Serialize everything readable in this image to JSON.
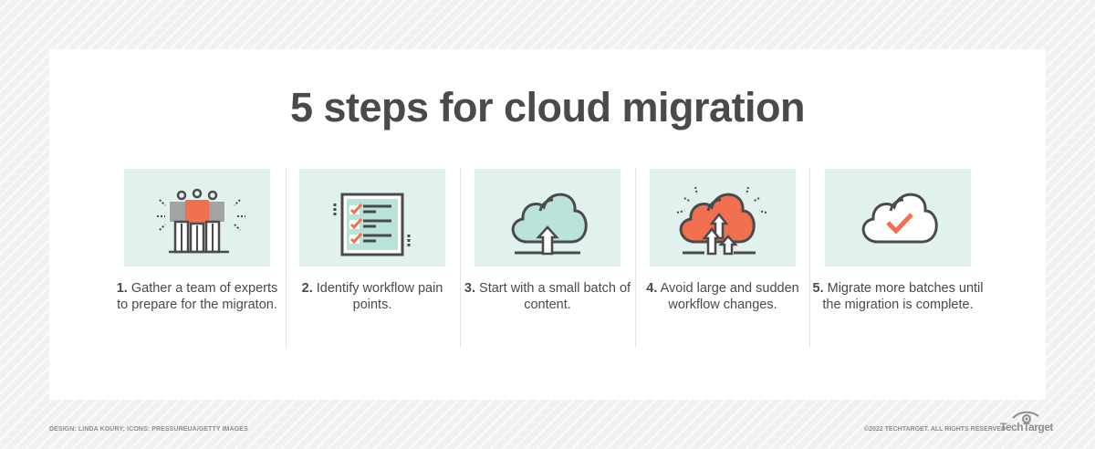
{
  "title": "5 steps for cloud migration",
  "colors": {
    "card_bg": "#e1f1ed",
    "accent": "#f0704f",
    "icon_stroke": "#4a4a4c",
    "teal_fill": "#b9e2d9",
    "text": "#4a4a4c"
  },
  "steps": [
    {
      "number": "1.",
      "text": "Gather a team of experts to prepare for the migraton.",
      "icon": "team-icon"
    },
    {
      "number": "2.",
      "text": "Identify workflow pain points.",
      "icon": "checklist-icon"
    },
    {
      "number": "3.",
      "text": "Start with a small batch of content.",
      "icon": "cloud-upload-icon"
    },
    {
      "number": "4.",
      "text": "Avoid large and sudden workflow changes.",
      "icon": "cloud-multi-upload-icon"
    },
    {
      "number": "5.",
      "text": "Migrate more batches until the migration is complete.",
      "icon": "cloud-check-icon"
    }
  ],
  "footer": {
    "credit": "DESIGN: LINDA KOURY; ICONS: PRESSUREUA/GETTY IMAGES",
    "copyright": "©2022 TECHTARGET. ALL RIGHTS RESERVED",
    "logo": "TechTarget"
  }
}
